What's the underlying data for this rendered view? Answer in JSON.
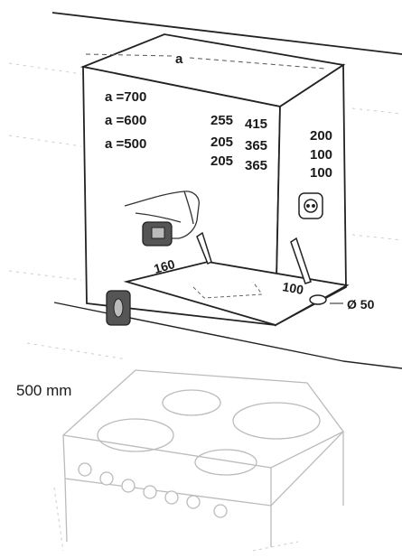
{
  "labels": {
    "width_symbol": "a",
    "width_rows": [
      "a =700",
      "a =600",
      "a =500"
    ],
    "measure_col1": [
      "255",
      "205",
      "205"
    ],
    "measure_col2": [
      "415",
      "365",
      "365"
    ],
    "measure_col3": [
      "200",
      "100",
      "100"
    ],
    "depth_160": "160",
    "depth_100": "100",
    "diameter": "Ø 50",
    "clearance": "500 mm"
  }
}
